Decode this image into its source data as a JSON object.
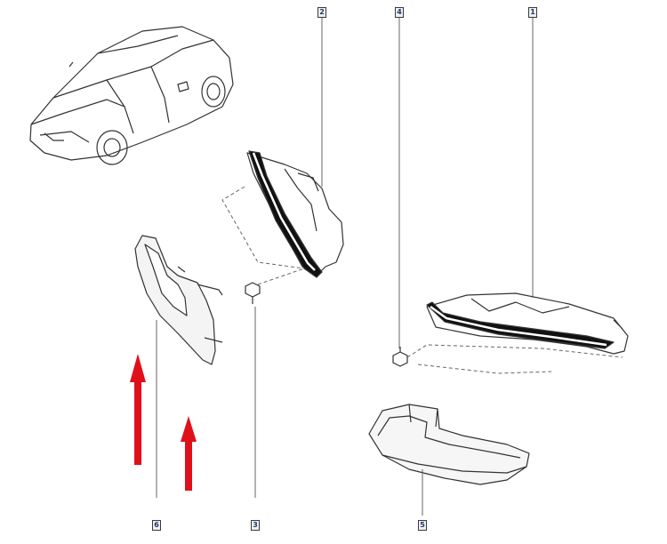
{
  "diagram": {
    "callouts": [
      {
        "id": "c1",
        "label": "1"
      },
      {
        "id": "c2",
        "label": "2"
      },
      {
        "id": "c3",
        "label": "3"
      },
      {
        "id": "c4",
        "label": "4"
      },
      {
        "id": "c5",
        "label": "5"
      },
      {
        "id": "c6",
        "label": "6"
      }
    ],
    "colors": {
      "line": "#333333",
      "dash": "#666666",
      "arrow": "#e0101a",
      "callout_text": "#1a3a6b"
    },
    "icons": [
      "car-icon",
      "lamp-right-icon",
      "lamp-left-icon",
      "bracket-icon",
      "screw-icon",
      "red-arrow-icon"
    ]
  }
}
